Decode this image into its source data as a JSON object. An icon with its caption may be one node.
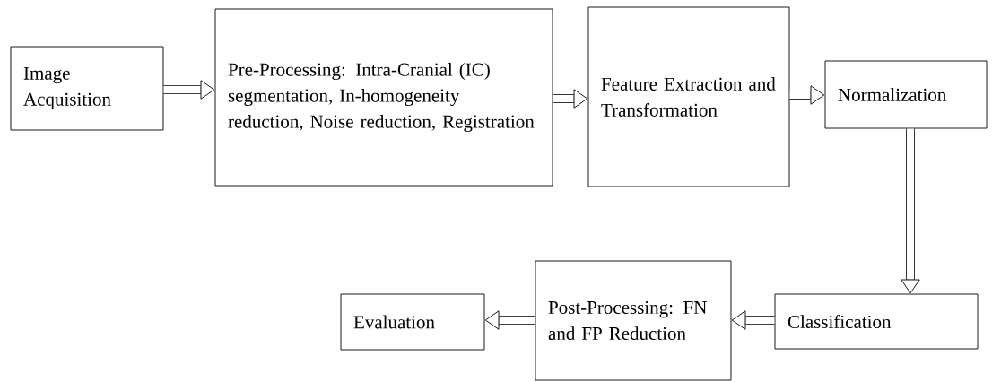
{
  "diagram": {
    "nodes": [
      {
        "text": [
          "Image Acquisition"
        ]
      },
      {
        "text": [
          "Pre-Processing: Intra-Cranial (IC) segmentation, In-homogeneity reduction, Noise reduction, Registration"
        ]
      },
      {
        "text": [
          "Feature Extraction and Transformation"
        ]
      },
      {
        "text": [
          "Normalization"
        ]
      },
      {
        "text": [
          "Classification"
        ]
      },
      {
        "text": [
          "Post-Processing: FN and FP Reduction"
        ]
      },
      {
        "text": [
          "Evaluation"
        ]
      }
    ],
    "edges": [
      {
        "from": 0,
        "to": 1,
        "arrow": "to"
      },
      {
        "from": 1,
        "to": 2,
        "arrow": "to"
      },
      {
        "from": 2,
        "to": 3,
        "arrow": "to"
      },
      {
        "from": 3,
        "to": 4,
        "arrow": "to"
      },
      {
        "from": 4,
        "to": 5,
        "arrow": "to"
      },
      {
        "from": 5,
        "to": 6,
        "arrow": "to"
      }
    ]
  }
}
